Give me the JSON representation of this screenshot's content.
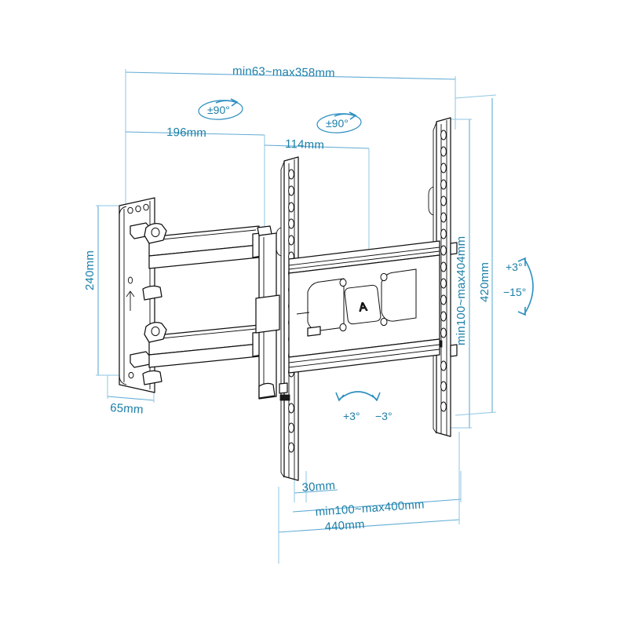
{
  "diagram": {
    "title": "TV Wall Mount Dimension Diagram",
    "product": "full-motion-tv-wall-mount",
    "colors": {
      "dimension_line": "#62ACD4",
      "extension_line": "#8FC6E3",
      "dimension_text": "#1B7FA8",
      "arc_arrow": "#2E8FC0",
      "mechanical_outline": "#101010",
      "background": "#FFFFFF"
    },
    "dimensions": {
      "top_overall": "min63~max358mm",
      "upper_left_span": "196mm",
      "upper_mid_span": "114mm",
      "left_plate_height": "240mm",
      "left_plate_depth": "65mm",
      "right_inner_height": "min100~max404mm",
      "right_outer_height": "420mm",
      "bottom_small": "30mm",
      "bottom_vesa_width": "min100~max400mm",
      "bottom_overall_width": "440mm"
    },
    "angles": {
      "swivel_joint_1": "±90°",
      "swivel_joint_2": "±90°",
      "tilt_up": "+3°",
      "tilt_down": "−15°",
      "roll_left": "+3°",
      "roll_right": "−3°"
    },
    "markings": {
      "wall_plate_arrow": "↑",
      "center_logo": "A"
    }
  }
}
